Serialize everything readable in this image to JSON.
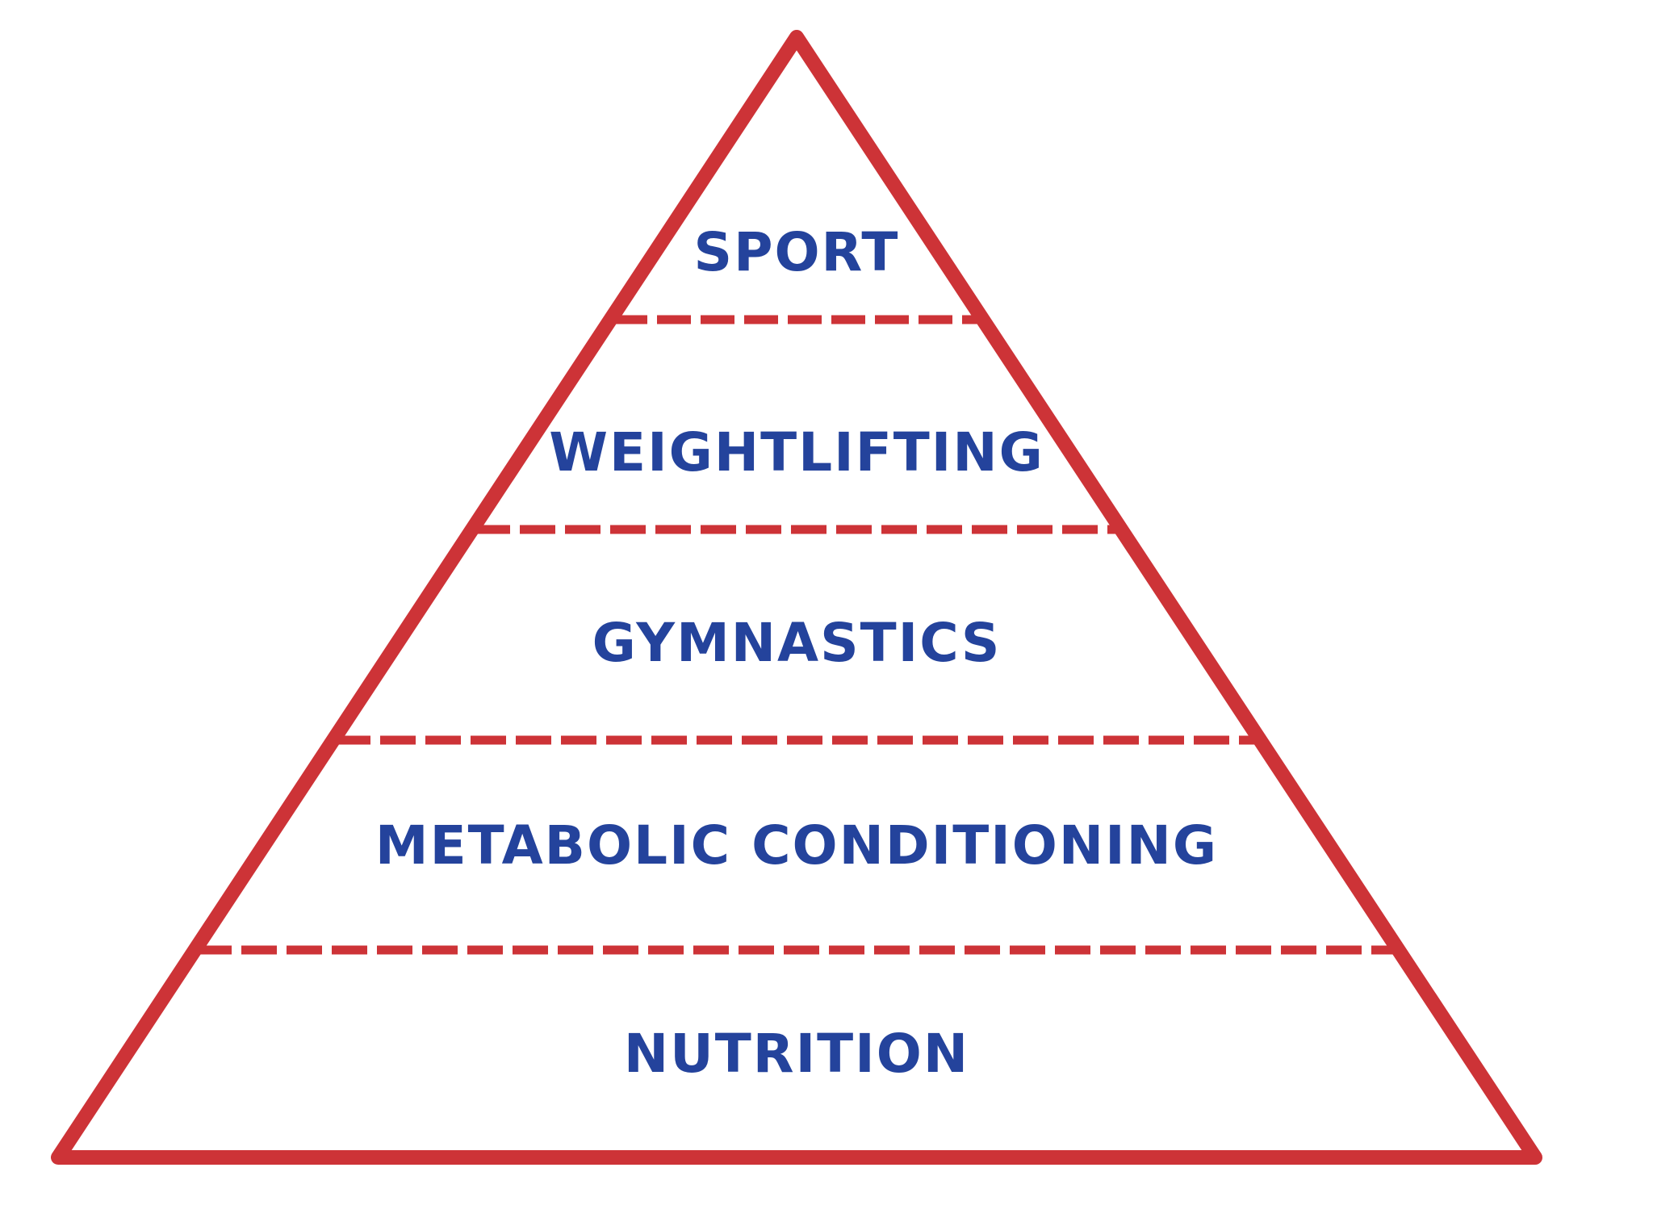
{
  "diagram": {
    "type": "pyramid",
    "colors": {
      "outline": "#cd3337",
      "text": "#24439c",
      "background": "#ffffff"
    },
    "tiers_top_to_bottom": [
      {
        "label": "SPORT"
      },
      {
        "label": "WEIGHTLIFTING"
      },
      {
        "label": "GYMNASTICS"
      },
      {
        "label": "METABOLIC CONDITIONING"
      },
      {
        "label": "NUTRITION"
      }
    ]
  }
}
